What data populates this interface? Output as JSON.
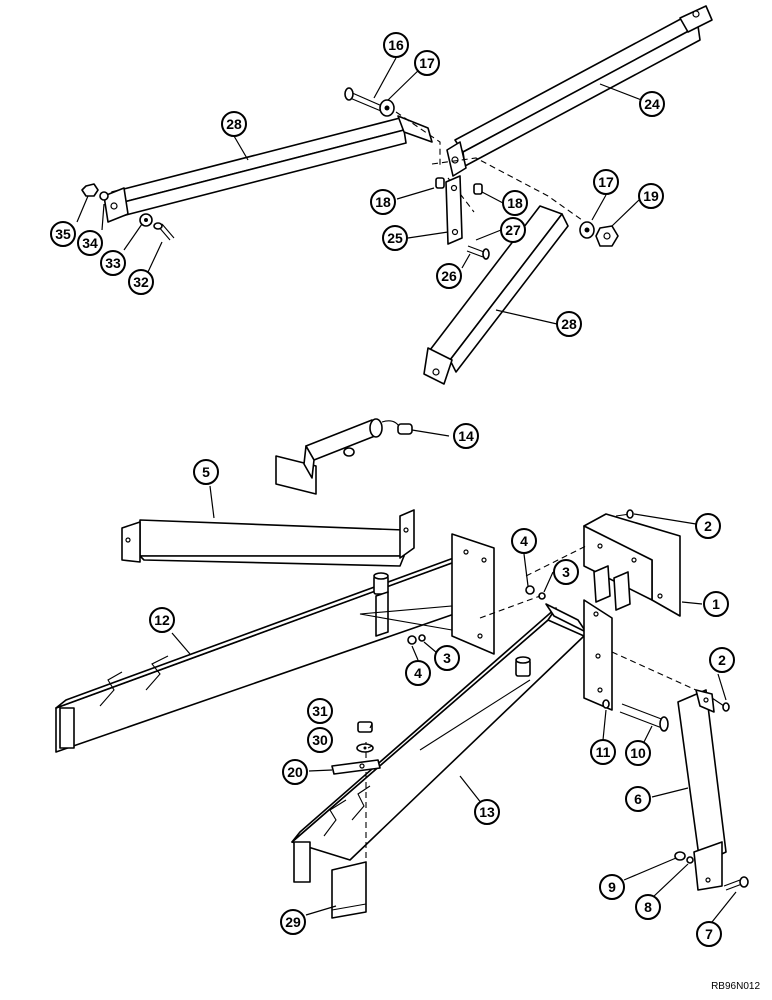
{
  "reference_code": "RB96N012",
  "callouts": {
    "c1": "1",
    "c2a": "2",
    "c2b": "2",
    "c3a": "3",
    "c3b": "3",
    "c4a": "4",
    "c4b": "4",
    "c5": "5",
    "c6": "6",
    "c7": "7",
    "c8": "8",
    "c9": "9",
    "c10": "10",
    "c11": "11",
    "c12": "12",
    "c13": "13",
    "c14": "14",
    "c16": "16",
    "c17a": "17",
    "c17b": "17",
    "c18a": "18",
    "c18b": "18",
    "c19": "19",
    "c20": "20",
    "c24": "24",
    "c25": "25",
    "c26": "26",
    "c27": "27",
    "c28a": "28",
    "c28b": "28",
    "c29": "29",
    "c30": "30",
    "c31": "31",
    "c32": "32",
    "c33": "33",
    "c34": "34",
    "c35": "35"
  }
}
